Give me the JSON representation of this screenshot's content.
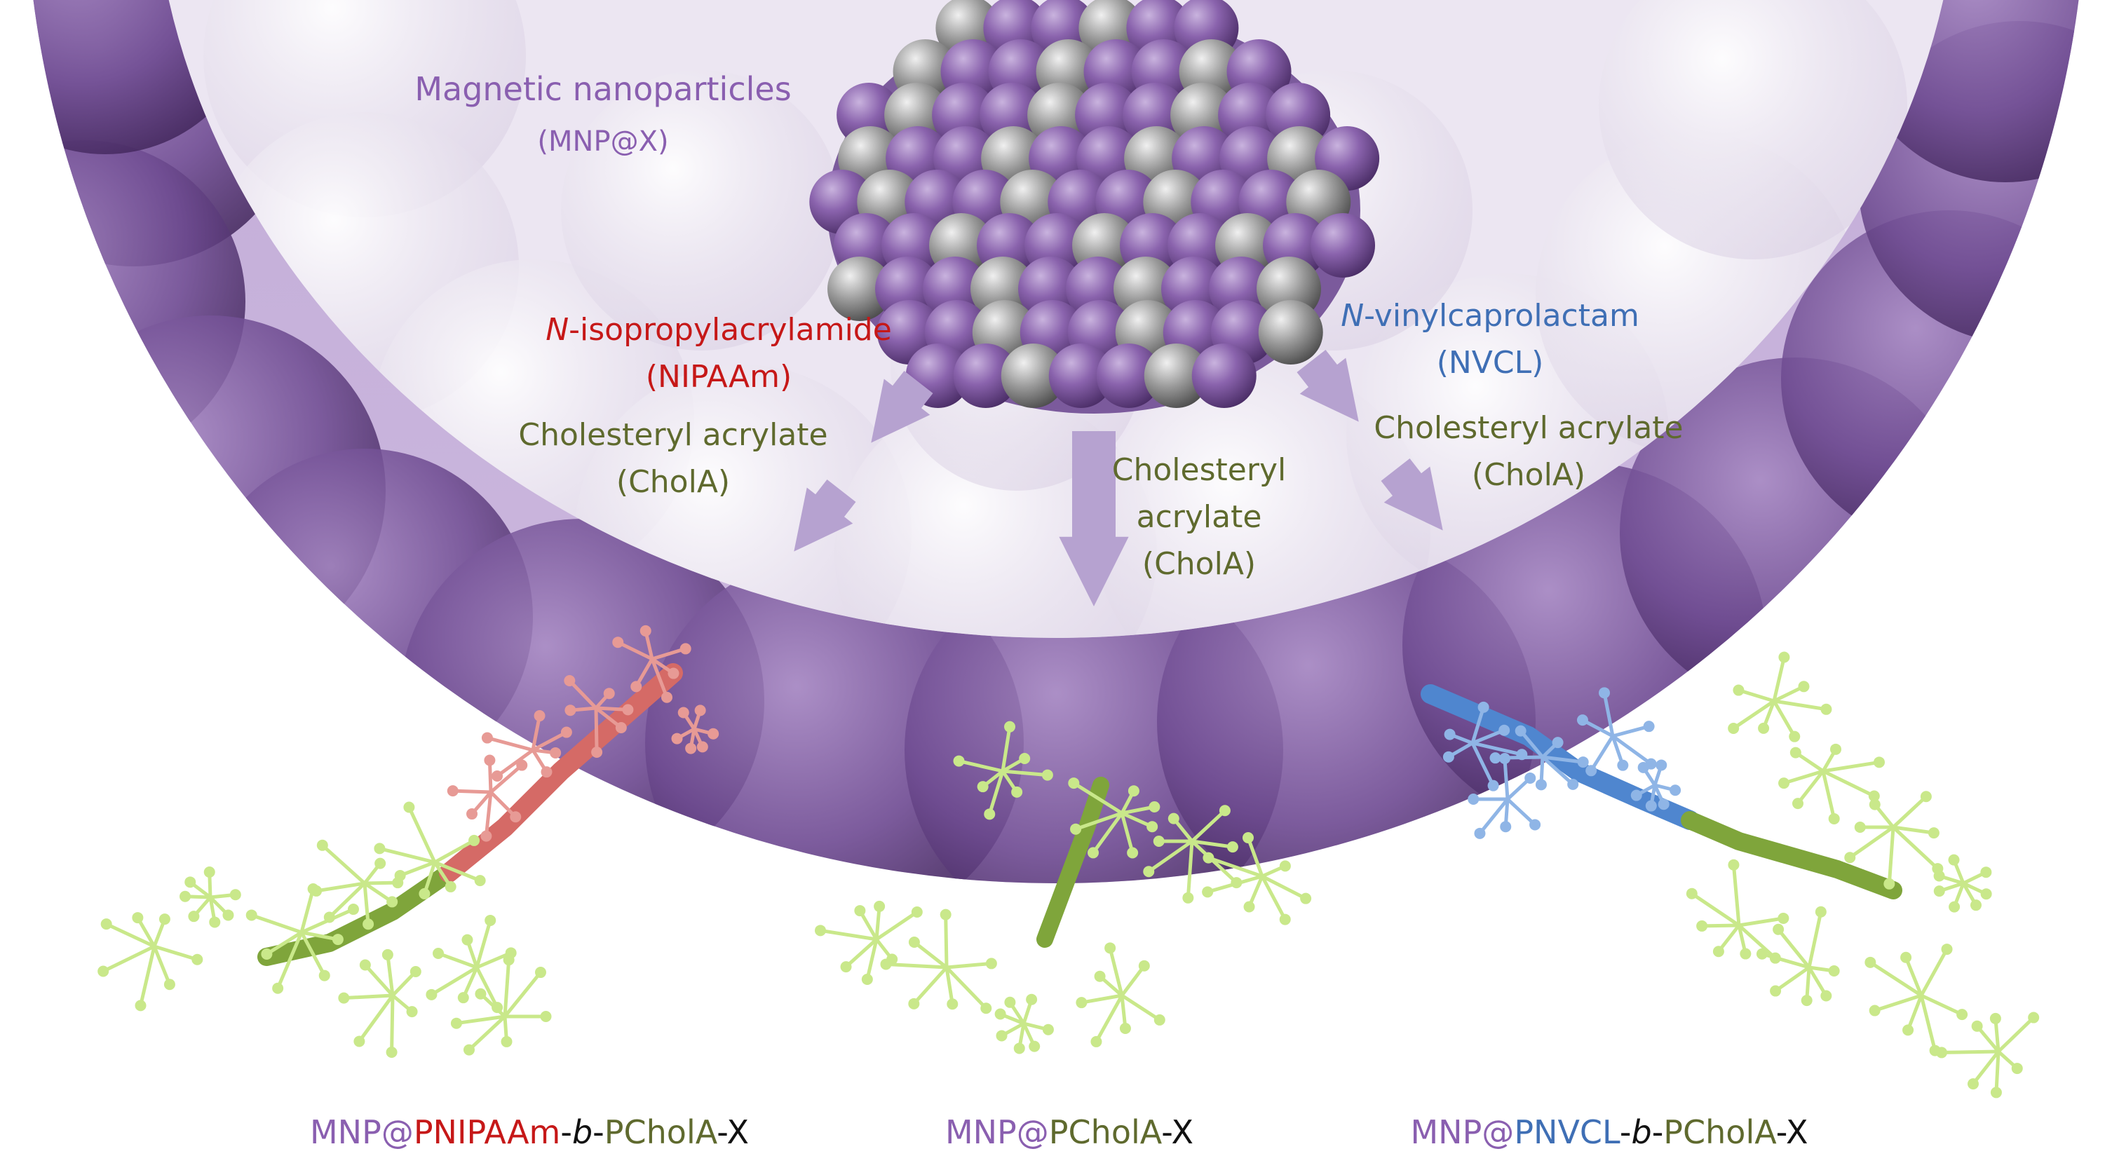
{
  "labels": {
    "mnp_title": "Magnetic nanoparticles",
    "mnp_sub": "(MNP@X)",
    "nipaam_n": "N",
    "nipaam_rest": "-isopropylacrylamide",
    "nipaam_abbr": "(NIPAAm)",
    "nvcl_n": "N",
    "nvcl_rest": "-vinylcaprolactam",
    "nvcl_abbr": "(NVCL)",
    "chola_left_1": "Cholesteryl acrylate",
    "chola_left_2": "(CholA)",
    "chola_center_1": "Cholesteryl",
    "chola_center_2": "acrylate",
    "chola_center_3": "(CholA)",
    "chola_right_1": "Cholesteryl acrylate",
    "chola_right_2": "(CholA)"
  },
  "products": {
    "left": {
      "mnp": "MNP@",
      "block1": "PNIPAAm",
      "dash1": "-",
      "b": "b",
      "dash2": "-",
      "block2": "PCholA",
      "x": "-X"
    },
    "center": {
      "mnp": "MNP@",
      "block": "PCholA",
      "x": "-X"
    },
    "right": {
      "mnp": "MNP@",
      "block1": "PNVCL",
      "dash1": "-",
      "b": "b",
      "dash2": "-",
      "block2": "PCholA",
      "x": "-X"
    }
  },
  "colors": {
    "purple_shell": "#6d4a8f",
    "light_shell": "#e9e2f0",
    "arrow": "#b6a2d0",
    "nipaam_red": "#c61818",
    "nvcl_blue": "#3f6fb5",
    "chola_olive": "#5f6a2e",
    "chain_green": "#7fa53b",
    "chain_red": "#d56a66",
    "chain_blue": "#4f86cf"
  }
}
